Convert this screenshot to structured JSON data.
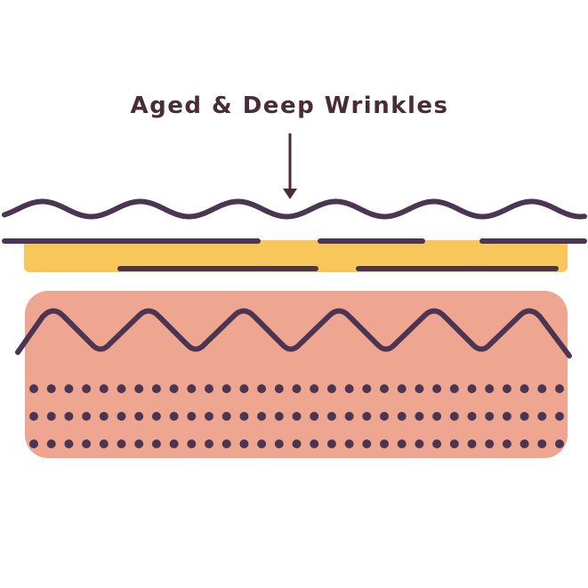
{
  "title": "Aged & Deep Wrinkles",
  "colors": {
    "ink": "#4b3553",
    "epidermis": "#f8c75b",
    "dermis": "#eea690",
    "title": "#4a2b38"
  },
  "dermis_dot_rows": 3,
  "dermis_dots_per_row": 31
}
